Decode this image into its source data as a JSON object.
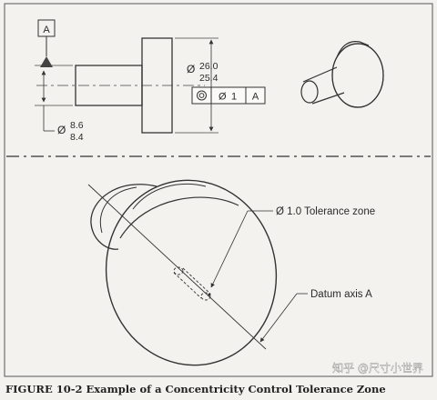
{
  "drawing": {
    "datum_label": "A",
    "diameter_symbol": "Ø",
    "major_dia_upper": "26.0",
    "major_dia_lower": "25.4",
    "minor_dia_upper": "8.6",
    "minor_dia_lower": "8.4",
    "fcf_tolerance": "1",
    "fcf_datum": "A"
  },
  "callouts": {
    "tolerance_zone": "Ø 1.0 Tolerance zone",
    "datum_axis": "Datum axis A"
  },
  "caption": "FIGURE 10-2  Example of a Concentricity Control Tolerance Zone",
  "watermark": "知乎 @尺寸小世界"
}
